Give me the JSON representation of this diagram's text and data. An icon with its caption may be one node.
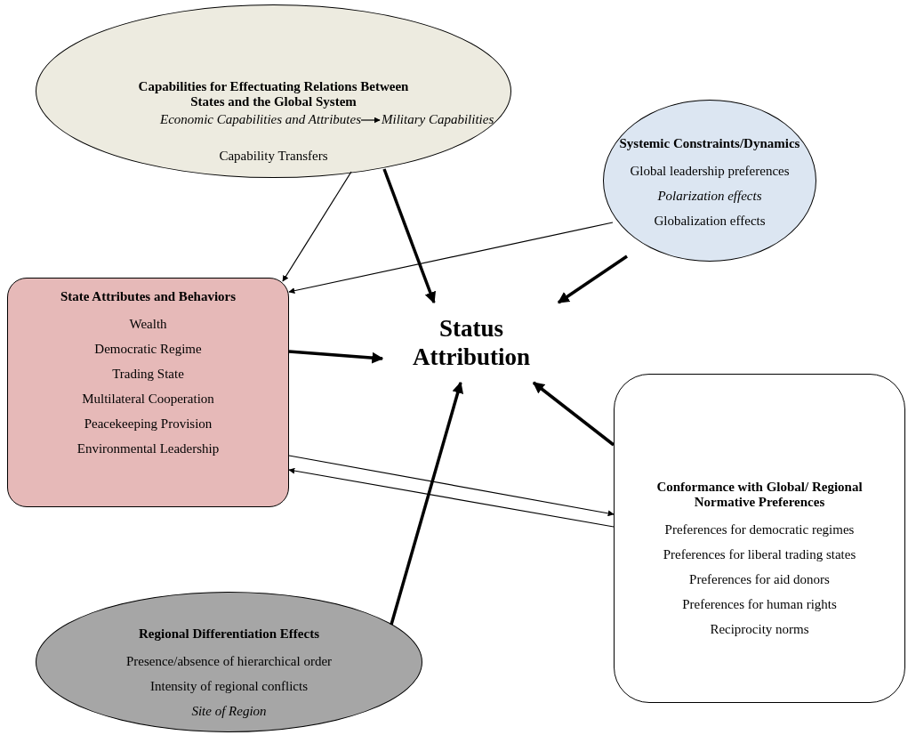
{
  "diagram": {
    "nodes": [
      {
        "text": [
          "Capabilities for Effectuating Relations Between States and the Global System",
          "Capability Transfers"
        ]
      },
      {
        "text": [
          "Economic Capabilities and Attributes"
        ],
        "in": 0
      },
      {
        "text": [
          "Military Capabilities"
        ],
        "in": 0
      },
      {
        "text": [
          "Systemic Constraints/Dynamics",
          "Global leadership preferences",
          "Polarization effects",
          "Globalization effects"
        ]
      },
      {
        "text": [
          "State Attributes and Behaviors",
          "Wealth",
          "Democratic Regime",
          "Trading State",
          "Multilateral Cooperation",
          "Peacekeeping Provision",
          "Environmental Leadership"
        ]
      },
      {
        "text": [
          "Status Attribution"
        ]
      },
      {
        "text": [
          "Conformance with Global/ Regional Normative Preferences",
          "Preferences for democratic regimes",
          "Preferences for liberal trading states",
          "Preferences for aid donors",
          "Preferences for human rights",
          "Reciprocity norms"
        ]
      },
      {
        "text": [
          "Regional Differentiation Effects",
          "Presence/absence of hierarchical order",
          "Intensity of regional conflicts",
          "Site of Region"
        ]
      }
    ],
    "edges": [
      {
        "from": 1,
        "to": 2,
        "arrow": "to"
      },
      {
        "from": 0,
        "to": 4,
        "arrow": "to"
      },
      {
        "from": 0,
        "to": 5,
        "arrow": "to",
        "style": "thick"
      },
      {
        "from": 3,
        "to": 4,
        "arrow": "to"
      },
      {
        "from": 3,
        "to": 5,
        "arrow": "to",
        "style": "thick"
      },
      {
        "from": 4,
        "to": 5,
        "arrow": "to",
        "style": "thick"
      },
      {
        "from": 6,
        "to": 5,
        "arrow": "to",
        "style": "thick"
      },
      {
        "from": 7,
        "to": 5,
        "arrow": "to",
        "style": "thick"
      },
      {
        "from": 4,
        "to": 6,
        "arrow": "to"
      },
      {
        "from": 6,
        "to": 4,
        "arrow": "to"
      }
    ]
  }
}
